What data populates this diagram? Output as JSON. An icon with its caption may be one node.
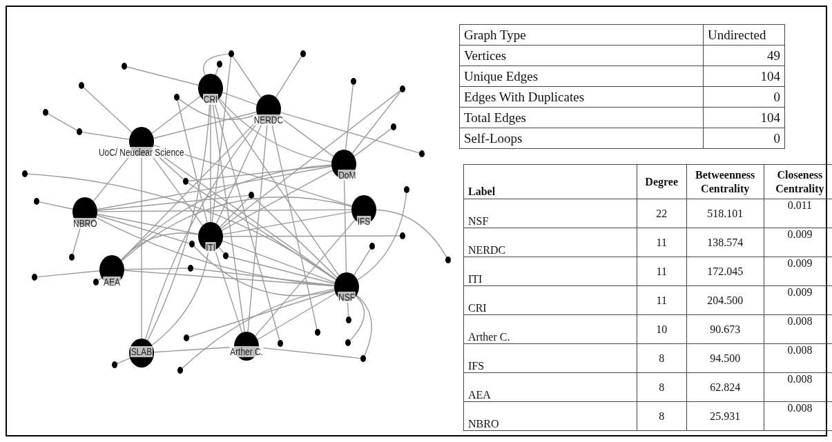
{
  "diagram": {
    "nodes": [
      {
        "text": [
          "CRI"
        ]
      },
      {
        "text": [
          "NERDC"
        ]
      },
      {
        "text": [
          "UoC/ Neuclear Science"
        ]
      },
      {
        "text": [
          "DoM"
        ]
      },
      {
        "text": [
          "NBRO"
        ]
      },
      {
        "text": [
          "IFS"
        ]
      },
      {
        "text": [
          "ITI"
        ]
      },
      {
        "text": [
          "AEA"
        ]
      },
      {
        "text": [
          "NSF"
        ]
      },
      {
        "text": [
          "SLAB"
        ]
      },
      {
        "text": [
          "Arther C."
        ]
      },
      {
        "text": [],
        "shape": "circle"
      },
      {
        "text": [],
        "shape": "circle"
      },
      {
        "text": [],
        "shape": "circle"
      },
      {
        "text": [],
        "shape": "circle"
      },
      {
        "text": [],
        "shape": "circle"
      },
      {
        "text": [],
        "shape": "circle"
      },
      {
        "text": [],
        "shape": "circle"
      },
      {
        "text": [],
        "shape": "circle"
      },
      {
        "text": [],
        "shape": "circle"
      },
      {
        "text": [],
        "shape": "circle"
      },
      {
        "text": [],
        "shape": "circle"
      },
      {
        "text": [],
        "shape": "circle"
      },
      {
        "text": [],
        "shape": "circle"
      },
      {
        "text": [],
        "shape": "circle"
      },
      {
        "text": [],
        "shape": "circle"
      },
      {
        "text": [],
        "shape": "circle"
      },
      {
        "text": [],
        "shape": "circle"
      },
      {
        "text": [],
        "shape": "circle"
      },
      {
        "text": [],
        "shape": "circle"
      },
      {
        "text": [],
        "shape": "circle"
      },
      {
        "text": [],
        "shape": "circle"
      },
      {
        "text": [],
        "shape": "circle"
      },
      {
        "text": [],
        "shape": "circle"
      },
      {
        "text": [],
        "shape": "circle"
      },
      {
        "text": [],
        "shape": "circle"
      },
      {
        "text": [],
        "shape": "circle"
      },
      {
        "text": [],
        "shape": "circle"
      },
      {
        "text": [],
        "shape": "circle"
      },
      {
        "text": [],
        "shape": "circle"
      },
      {
        "text": [],
        "shape": "circle"
      },
      {
        "text": [],
        "shape": "circle"
      },
      {
        "text": [],
        "shape": "circle"
      },
      {
        "text": [],
        "shape": "circle"
      },
      {
        "text": [],
        "shape": "circle"
      }
    ],
    "edges": [
      {
        "from": 14,
        "to": 0,
        "arrow": "none"
      },
      {
        "from": 16,
        "to": 2,
        "arrow": "none"
      },
      {
        "from": 19,
        "to": 21,
        "arrow": "none"
      },
      {
        "from": 21,
        "to": 2,
        "arrow": "none"
      },
      {
        "from": 18,
        "to": 1,
        "arrow": "none"
      },
      {
        "from": 18,
        "to": 6,
        "arrow": "none"
      },
      {
        "from": 23,
        "to": 8,
        "arrow": "none"
      },
      {
        "from": 27,
        "to": 4,
        "arrow": "none"
      },
      {
        "from": 24,
        "to": 8,
        "arrow": "none"
      },
      {
        "from": 24,
        "to": 3,
        "arrow": "none"
      },
      {
        "from": 24,
        "to": 2,
        "arrow": "none"
      },
      {
        "from": 13,
        "to": 0,
        "arrow": "none"
      },
      {
        "from": 11,
        "to": 0,
        "arrow": "none"
      },
      {
        "from": 11,
        "to": 6,
        "arrow": "none"
      },
      {
        "from": 11,
        "to": 1,
        "arrow": "none"
      },
      {
        "from": 12,
        "to": 1,
        "arrow": "none"
      },
      {
        "from": 15,
        "to": 3,
        "arrow": "none"
      },
      {
        "from": 17,
        "to": 3,
        "arrow": "none"
      },
      {
        "from": 17,
        "to": 6,
        "arrow": "none"
      },
      {
        "from": 20,
        "to": 3,
        "arrow": "none"
      },
      {
        "from": 22,
        "to": 1,
        "arrow": "none"
      },
      {
        "from": 25,
        "to": 8,
        "arrow": "none"
      },
      {
        "from": 26,
        "to": 6,
        "arrow": "none"
      },
      {
        "from": 26,
        "to": 8,
        "arrow": "none"
      },
      {
        "from": 26,
        "to": 4,
        "arrow": "none"
      },
      {
        "from": 32,
        "to": 4,
        "arrow": "none"
      },
      {
        "from": 35,
        "to": 7,
        "arrow": "none"
      },
      {
        "from": 36,
        "to": 7,
        "arrow": "none"
      },
      {
        "from": 29,
        "to": 8,
        "arrow": "none"
      },
      {
        "from": 29,
        "to": 4,
        "arrow": "none"
      },
      {
        "from": 34,
        "to": 7,
        "arrow": "none"
      },
      {
        "from": 34,
        "to": 8,
        "arrow": "none"
      },
      {
        "from": 31,
        "to": 8,
        "arrow": "none"
      },
      {
        "from": 31,
        "to": 6,
        "arrow": "none"
      },
      {
        "from": 39,
        "to": 8,
        "arrow": "none"
      },
      {
        "from": 44,
        "to": 8,
        "arrow": "none"
      },
      {
        "from": 43,
        "to": 9,
        "arrow": "none"
      },
      {
        "from": 6,
        "to": 28,
        "arrow": "none"
      },
      {
        "from": 30,
        "to": 8,
        "arrow": "none"
      },
      {
        "from": 33,
        "to": 5,
        "arrow": "none"
      },
      {
        "from": 37,
        "to": 8,
        "arrow": "none"
      },
      {
        "from": 40,
        "to": 8,
        "arrow": "none"
      },
      {
        "from": 42,
        "to": 8,
        "arrow": "none"
      },
      {
        "from": 42,
        "to": 10,
        "arrow": "none"
      },
      {
        "from": 38,
        "to": 1,
        "arrow": "none"
      },
      {
        "from": 41,
        "to": 0,
        "arrow": "none"
      },
      {
        "from": 0,
        "to": 1,
        "arrow": "none"
      },
      {
        "from": 0,
        "to": 2,
        "arrow": "none"
      },
      {
        "from": 0,
        "to": 6,
        "arrow": "none"
      },
      {
        "from": 0,
        "to": 8,
        "arrow": "none"
      },
      {
        "from": 0,
        "to": 3,
        "arrow": "none"
      },
      {
        "from": 0,
        "to": 10,
        "arrow": "none"
      },
      {
        "from": 1,
        "to": 2,
        "arrow": "none"
      },
      {
        "from": 1,
        "to": 6,
        "arrow": "none"
      },
      {
        "from": 1,
        "to": 3,
        "arrow": "none"
      },
      {
        "from": 1,
        "to": 7,
        "arrow": "none"
      },
      {
        "from": 1,
        "to": 9,
        "arrow": "none"
      },
      {
        "from": 1,
        "to": 10,
        "arrow": "none"
      },
      {
        "from": 2,
        "to": 4,
        "arrow": "none"
      },
      {
        "from": 2,
        "to": 6,
        "arrow": "none"
      },
      {
        "from": 2,
        "to": 5,
        "arrow": "none"
      },
      {
        "from": 2,
        "to": 9,
        "arrow": "none"
      },
      {
        "from": 2,
        "to": 8,
        "arrow": "none"
      },
      {
        "from": 3,
        "to": 6,
        "arrow": "none"
      },
      {
        "from": 3,
        "to": 4,
        "arrow": "none"
      },
      {
        "from": 3,
        "to": 8,
        "arrow": "none"
      },
      {
        "from": 3,
        "to": 7,
        "arrow": "none"
      },
      {
        "from": 5,
        "to": 6,
        "arrow": "none"
      },
      {
        "from": 5,
        "to": 4,
        "arrow": "none"
      },
      {
        "from": 5,
        "to": 7,
        "arrow": "none"
      },
      {
        "from": 5,
        "to": 10,
        "arrow": "none"
      },
      {
        "from": 6,
        "to": 8,
        "arrow": "none"
      },
      {
        "from": 6,
        "to": 7,
        "arrow": "none"
      },
      {
        "from": 6,
        "to": 10,
        "arrow": "none"
      },
      {
        "from": 4,
        "to": 8,
        "arrow": "none"
      },
      {
        "from": 4,
        "to": 6,
        "arrow": "none"
      },
      {
        "from": 7,
        "to": 8,
        "arrow": "none"
      },
      {
        "from": 9,
        "to": 6,
        "arrow": "none"
      },
      {
        "from": 9,
        "to": 0,
        "arrow": "none"
      },
      {
        "from": 9,
        "to": 10,
        "arrow": "none"
      },
      {
        "from": 10,
        "to": 8,
        "arrow": "none"
      }
    ],
    "labels": [
      "Graph Type",
      "Undirected",
      "Vertices",
      "49",
      "Unique Edges",
      "104",
      "Edges With Duplicates",
      "0",
      "Total Edges",
      "104",
      "Self-Loops",
      "0",
      "Label",
      "Degree",
      "Betweenness Centrality",
      "Closeness Centrality",
      "NSF",
      "22",
      "518.101",
      "0.011",
      "NERDC",
      "11",
      "138.574",
      "0.009",
      "ITI",
      "11",
      "172.045",
      "0.009",
      "CRI",
      "11",
      "204.500",
      "0.009",
      "Arther C.",
      "10",
      "90.673",
      "0.008",
      "IFS",
      "8",
      "94.500",
      "0.008",
      "AEA",
      "8",
      "62.824",
      "0.008",
      "NBRO",
      "8",
      "25.931",
      "0.008"
    ]
  }
}
